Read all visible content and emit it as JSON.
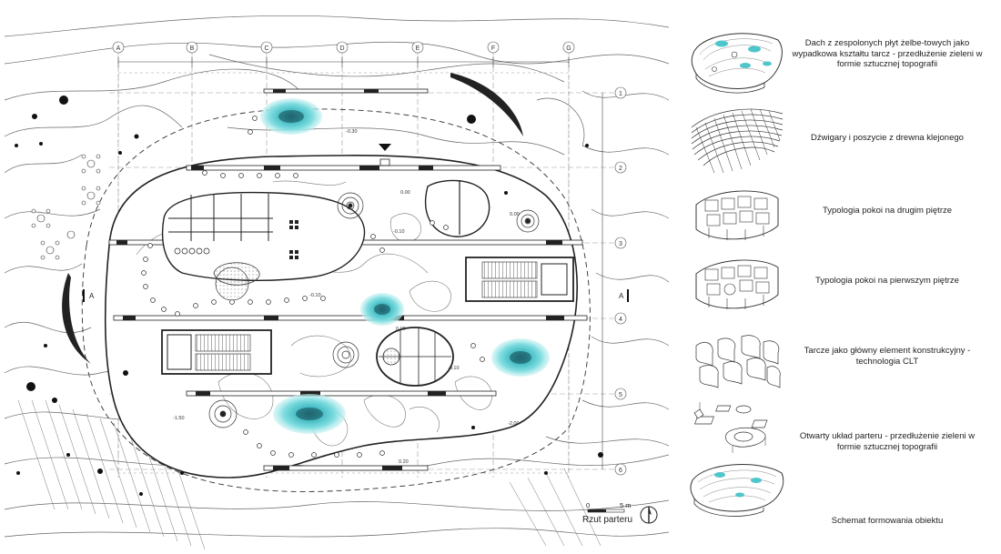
{
  "plan": {
    "title": "Rzut parteru",
    "scale_labels": [
      "0",
      "5 m"
    ],
    "grid_columns": [
      "A",
      "B",
      "C",
      "D",
      "E",
      "F",
      "G"
    ],
    "grid_rows": [
      "1",
      "2",
      "3",
      "4",
      "5",
      "6"
    ],
    "section_marks": [
      "A",
      "A"
    ],
    "levels": [
      "-0.30",
      "0.00",
      "-0.10",
      "0.00",
      "-0.10",
      "0.00",
      "-0.10",
      "-1.50",
      "-2.00",
      "0.20"
    ],
    "water_color": "#5fcfd2"
  },
  "schemes": [
    {
      "id": "roof",
      "caption": "Dach z zespolonych płyt żelbe-towych jako wypadkowa kształtu tarcz - przedłużenie zieleni w formie sztucznej topografii"
    },
    {
      "id": "beams",
      "caption": "Dźwigary i poszycie z drewna klejonego"
    },
    {
      "id": "rooms2",
      "caption": "Typologia pokoi na drugim piętrze"
    },
    {
      "id": "rooms1",
      "caption": "Typologia pokoi na pierwszym piętrze"
    },
    {
      "id": "walls",
      "caption": "Tarcze jako główny element konstrukcyjny - technologia CLT"
    },
    {
      "id": "ground",
      "caption": "Otwarty układ parteru - przedłużenie zieleni w formie sztucznej topografii"
    },
    {
      "id": "scheme",
      "caption": "Schemat formowania obiektu"
    }
  ]
}
